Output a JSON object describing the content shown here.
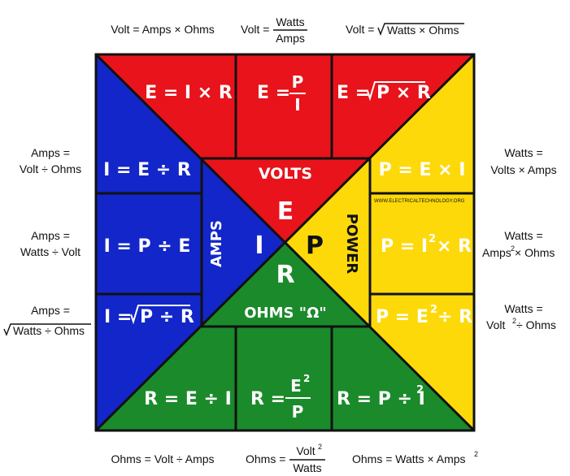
{
  "top_formulas": {
    "volt_amps_ohms": "Volt = Amps × Ohms",
    "volt_prefix": "Volt =",
    "watts": "Watts",
    "amps": "Amps",
    "volt_sqrt_prefix": "Volt =",
    "volt_sqrt_radicand": "Watts × Ohms"
  },
  "left_formulas": {
    "amps_1_a": "Amps =",
    "amps_1_b": "Volt ÷ Ohms",
    "amps_2_a": "Amps =",
    "amps_2_b": "Watts ÷ Volt",
    "amps_3_a": "Amps =",
    "amps_3_radicand": "Watts ÷ Ohms"
  },
  "right_formulas": {
    "watts_1_a": "Watts =",
    "watts_1_b": "Volts × Amps",
    "watts_2_a": "Watts =",
    "watts_2_b": "Amps",
    "watts_2_exp": "2",
    "watts_2_c": " × Ohms",
    "watts_3_a": "Watts =",
    "watts_3_b": "Volt",
    "watts_3_exp": "2",
    "watts_3_c": " ÷ Ohms"
  },
  "bottom_formulas": {
    "ohms_volt_amps": "Ohms = Volt ÷ Amps",
    "ohms_prefix": "Ohms =",
    "volt": "Volt",
    "volt_exp": "2",
    "watts": "Watts",
    "ohms_watts_amps": "Ohms = Watts × Amps",
    "ohms_watts_amps_exp": "2"
  },
  "cells": {
    "e_ir": "E = I × R",
    "e_p_over": "E =",
    "p": "P",
    "i": "I",
    "e_sqrt_prefix": "E =",
    "e_sqrt_radicand": "P × R",
    "i_e_r": "I = E ÷ R",
    "i_p_e": "I = P ÷ E",
    "i_sqrt_prefix": "I =",
    "i_sqrt_radicand": "P ÷ R",
    "p_ei": "P = E × I",
    "p_i2r_a": "P = I",
    "p_i2r_exp": "2",
    "p_i2r_b": "× R",
    "p_e2r_a": "P = E",
    "p_e2r_exp": "2",
    "p_e2r_b": "÷ R",
    "r_e_i": "R = E ÷ I",
    "r_e2p_prefix": "R =",
    "r_e2p_num": "E",
    "r_e2p_exp": "2",
    "r_e2p_den": "P",
    "r_p_i2_a": "R = P ÷ I",
    "r_p_i2_exp": "2"
  },
  "center": {
    "volts": "VOLTS",
    "amps": "AMPS",
    "power": "POWER",
    "ohms": "OHMS \"Ω\"",
    "e": "E",
    "i": "I",
    "p": "P",
    "r": "R",
    "watermark": "WWW.ELECTRICALTECHNOLOGY.ORG"
  },
  "colors": {
    "red": "#e8131b",
    "blue": "#1326c9",
    "yellow": "#fdd90a",
    "green": "#1b8a2b",
    "border": "#111111"
  }
}
